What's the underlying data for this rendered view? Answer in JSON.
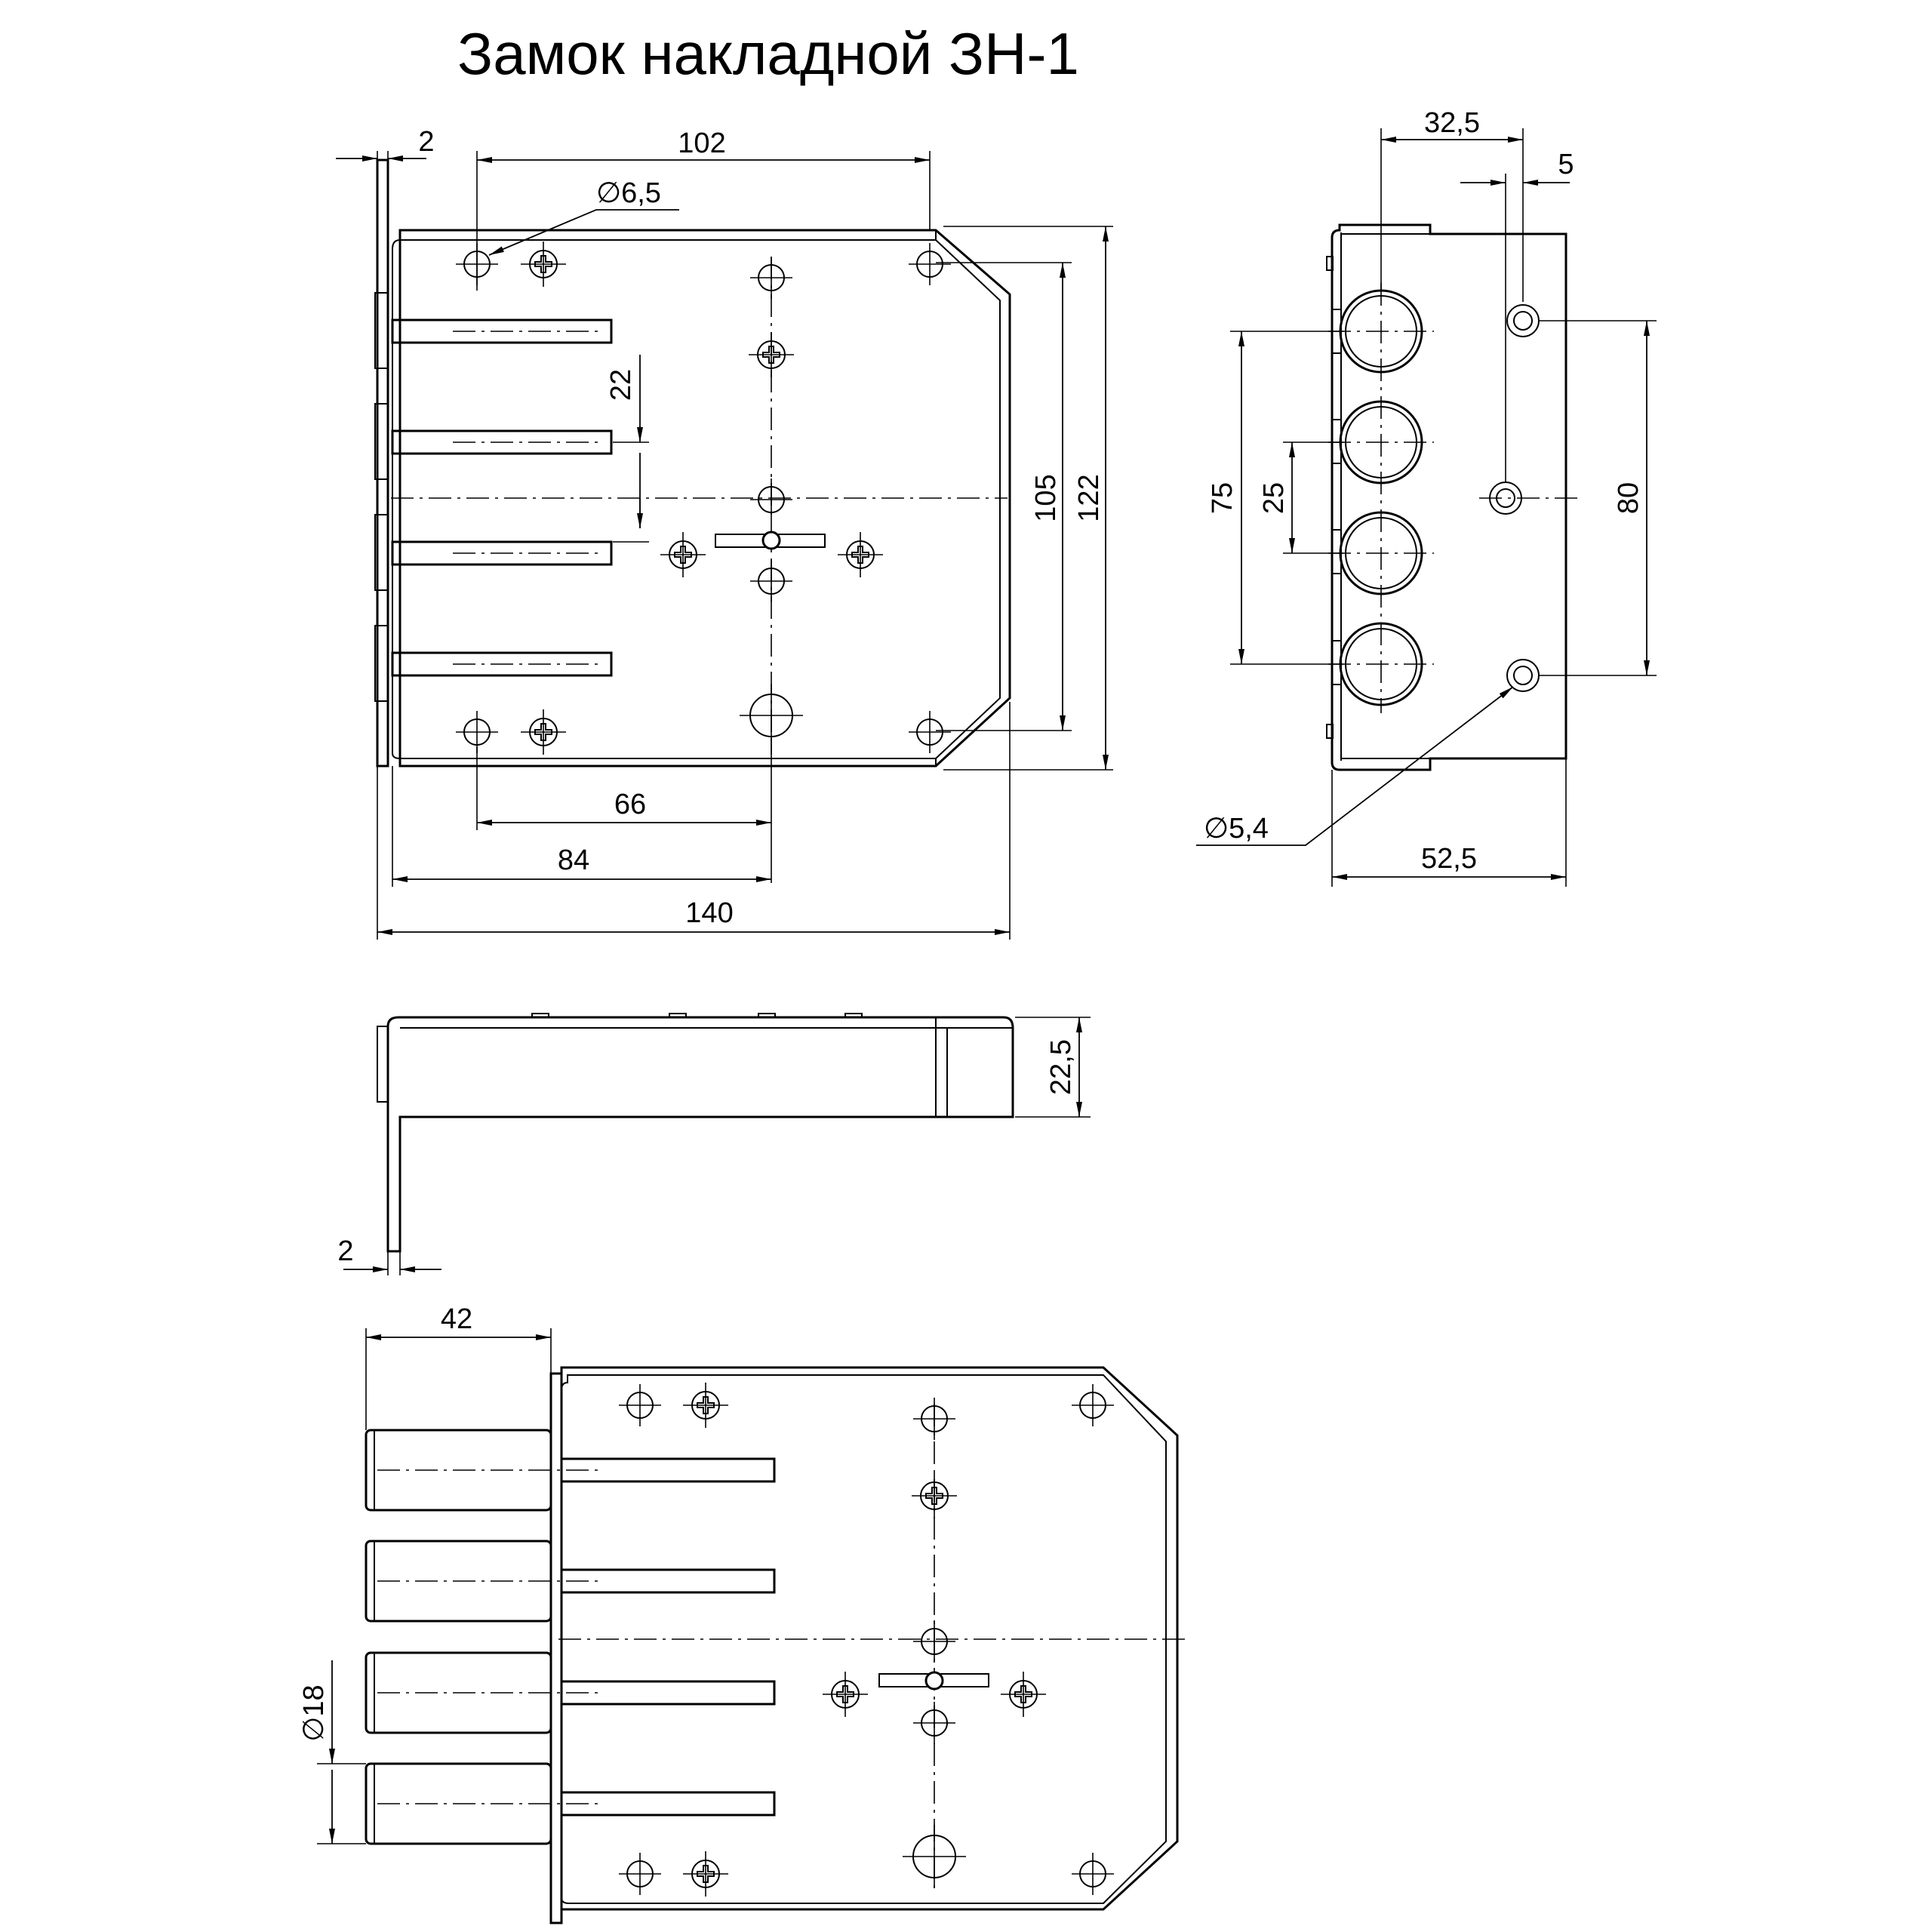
{
  "title": "Замок накладной ЗН-1",
  "front_view": {
    "dims": {
      "flange": "2",
      "top_width": "102",
      "hole_dia": "∅6,5",
      "bolt_spacing": "22",
      "inner_height": "105",
      "total_height": "122",
      "to_key_66": "66",
      "to_key_84": "84",
      "total_width": "140"
    }
  },
  "side_view": {
    "dims": {
      "pitch_32": "32,5",
      "offset_5": "5",
      "span_75": "75",
      "span_25": "25",
      "span_80": "80",
      "mount_dia": "∅5,4",
      "depth": "52,5"
    }
  },
  "top_view": {
    "dims": {
      "thickness": "22,5",
      "flange": "2"
    }
  },
  "open_view": {
    "dims": {
      "bolt_throw": "42",
      "bolt_dia": "∅18"
    }
  }
}
